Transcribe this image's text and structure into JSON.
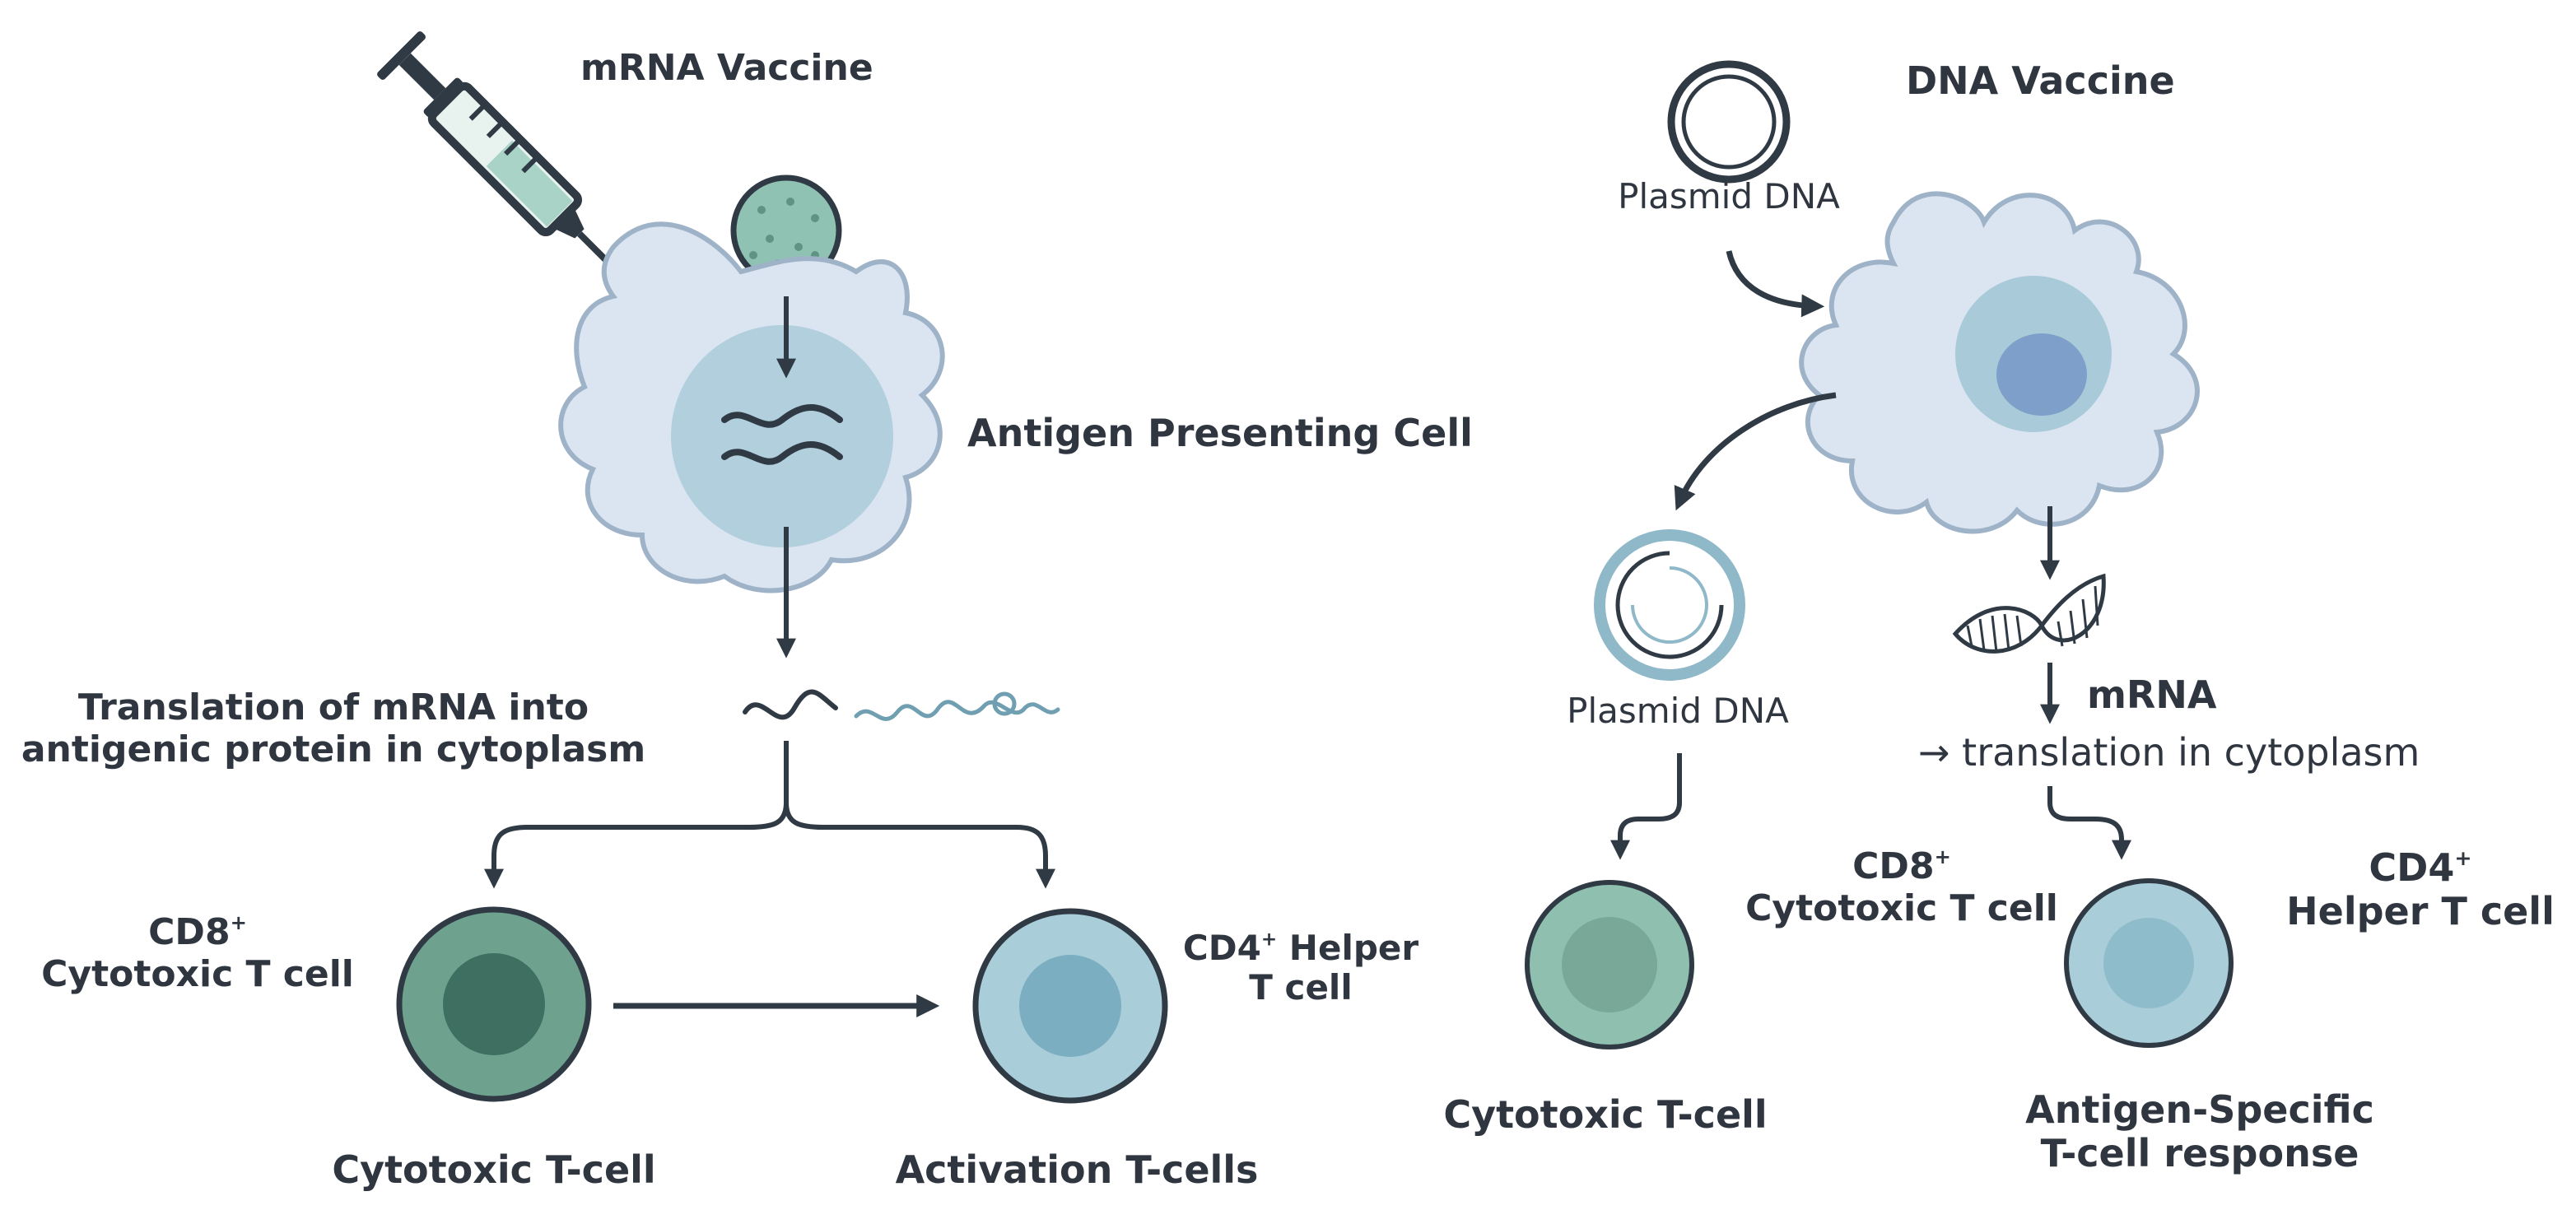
{
  "mrna": {
    "title": "mRNA Vaccine",
    "apc": "Antigen Presenting Cell",
    "translation_line1": "Translation of mRNA into",
    "translation_line2": "antigenic protein in cytoplasm",
    "cd8_label": "CD8",
    "cd8_sup": "+",
    "cd8_line2": "Cytotoxic T cell",
    "cd4_label": "CD4",
    "cd4_sup": "+",
    "cd4_rest": " Helper",
    "cd4_line2": "T cell",
    "cytotoxic_caption": "Cytotoxic T-cell",
    "activation_caption": "Activation T-cells"
  },
  "dna": {
    "title": "DNA Vaccine",
    "plasmid_top": "Plasmid DNA",
    "plasmid_mid": "Plasmid DNA",
    "mrna_label": "mRNA",
    "translation": "→ translation in cytoplasm",
    "cd8_label": "CD8",
    "cd8_sup": "+",
    "cd8_line2": "Cytotoxic T cell",
    "cd4_label": "CD4",
    "cd4_sup": "+",
    "cd4_line2": "Helper T cell",
    "cytotoxic_caption": "Cytotoxic T-cell",
    "response_line1": "Antigen-Specific",
    "response_line2": "T-cell response"
  },
  "colors": {
    "text": "#2f3640",
    "arrow": "#2f3a44",
    "apc_fill": "#dbe5f1",
    "apc_stroke": "#9fb3c8",
    "nucleus_fill": "#a9cbd9",
    "cd8_fill": "#6fa18f",
    "cd8_core": "#3f6f60",
    "cd4_fill": "#a9cdd9",
    "cd4_core": "#7aaec0",
    "particle_fill": "#8fc2b3"
  }
}
